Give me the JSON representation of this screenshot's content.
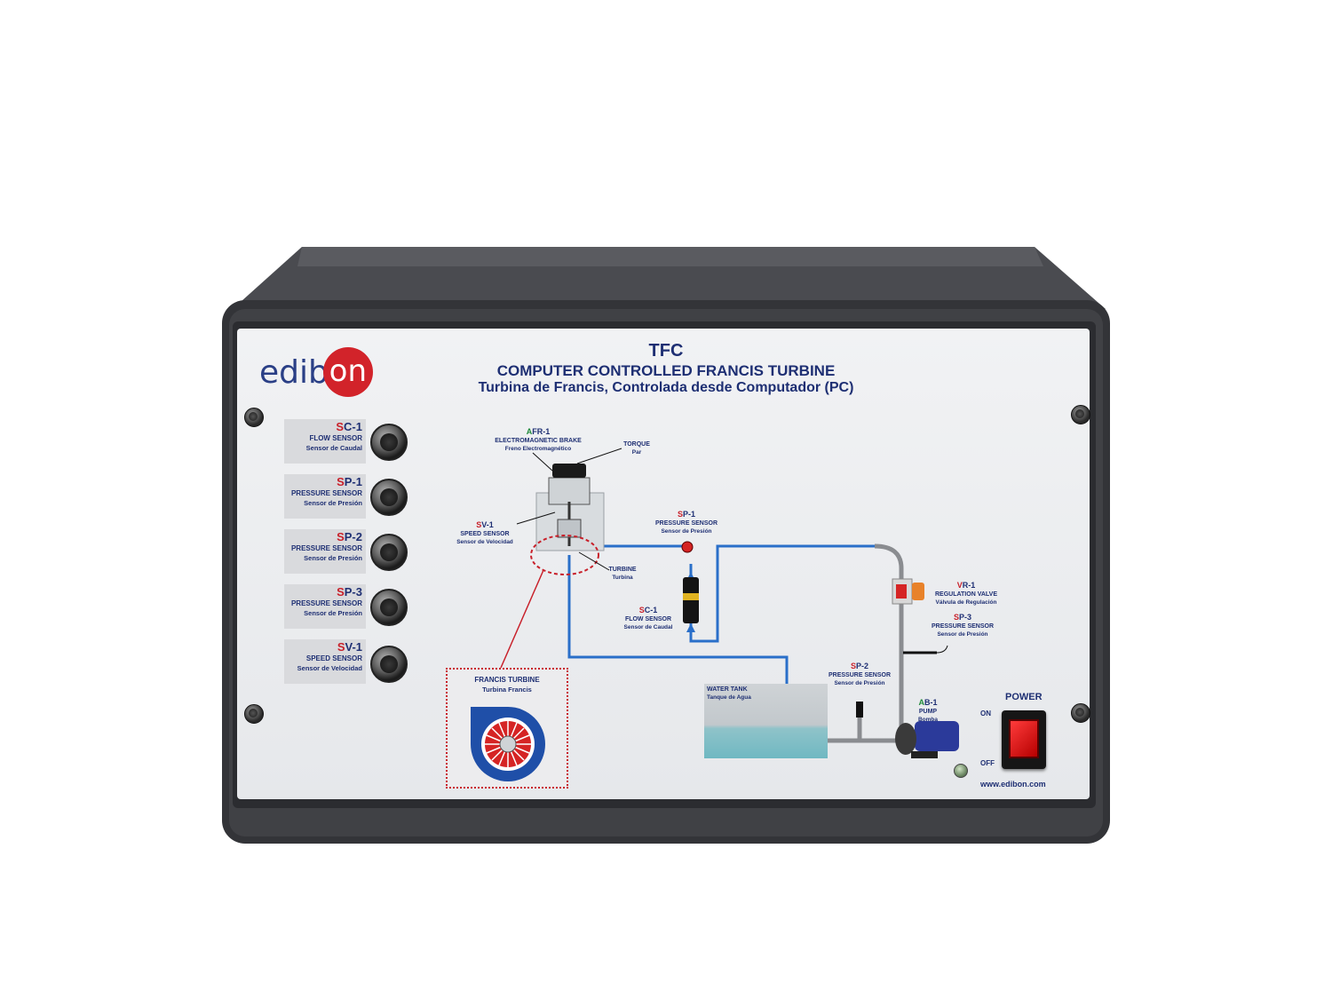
{
  "brand": {
    "logo_text": "edib",
    "logo_circle": "on",
    "website": "www.edibon.com"
  },
  "header": {
    "model": "TFC",
    "title_en": "COMPUTER CONTROLLED FRANCIS TURBINE",
    "title_es": "Turbina de Francis, Controlada desde Computador (PC)"
  },
  "sensors": [
    {
      "code_letter": "S",
      "code_rest": "C-1",
      "en": "FLOW SENSOR",
      "es": "Sensor de Caudal"
    },
    {
      "code_letter": "S",
      "code_rest": "P-1",
      "en": "PRESSURE SENSOR",
      "es": "Sensor de Presión"
    },
    {
      "code_letter": "S",
      "code_rest": "P-2",
      "en": "PRESSURE SENSOR",
      "es": "Sensor de Presión"
    },
    {
      "code_letter": "S",
      "code_rest": "P-3",
      "en": "PRESSURE SENSOR",
      "es": "Sensor de Presión"
    },
    {
      "code_letter": "S",
      "code_rest": "V-1",
      "en": "SPEED SENSOR",
      "es": "Sensor de Velocidad"
    }
  ],
  "diagram": {
    "afr1": {
      "code_letter": "A",
      "code_rest": "FR-1",
      "en": "ELECTROMAGNETIC BRAKE",
      "es": "Freno Electromagnético"
    },
    "torque": {
      "en": "TORQUE",
      "es": "Par"
    },
    "sv1": {
      "code_letter": "S",
      "code_rest": "V-1",
      "en": "SPEED SENSOR",
      "es": "Sensor de Velocidad"
    },
    "turbine": {
      "en": "TURBINE",
      "es": "Turbina"
    },
    "sp1": {
      "code_letter": "S",
      "code_rest": "P-1",
      "en": "PRESSURE SENSOR",
      "es": "Sensor de Presión"
    },
    "sc1": {
      "code_letter": "S",
      "code_rest": "C-1",
      "en": "FLOW SENSOR",
      "es": "Sensor de Caudal"
    },
    "vr1": {
      "code_letter": "V",
      "code_rest": "R-1",
      "en": "REGULATION VALVE",
      "es": "Válvula de Regulación"
    },
    "sp3": {
      "code_letter": "S",
      "code_rest": "P-3",
      "en": "PRESSURE SENSOR",
      "es": "Sensor de Presión"
    },
    "sp2": {
      "code_letter": "S",
      "code_rest": "P-2",
      "en": "PRESSURE SENSOR",
      "es": "Sensor de Presión"
    },
    "ab1": {
      "code_letter": "A",
      "code_rest": "B-1",
      "en": "PUMP",
      "es": "Bomba"
    },
    "francis": {
      "en": "FRANCIS TURBINE",
      "es": "Turbina Francis"
    },
    "tank": {
      "en": "WATER TANK",
      "es": "Tanque de Agua"
    }
  },
  "power": {
    "label": "POWER",
    "on": "ON",
    "off": "OFF"
  },
  "colors": {
    "brand_blue": "#1e2f73",
    "accent_red": "#c8202a",
    "pipe_blue": "#2a6fc9",
    "cabinet": "#3a3b3f"
  }
}
